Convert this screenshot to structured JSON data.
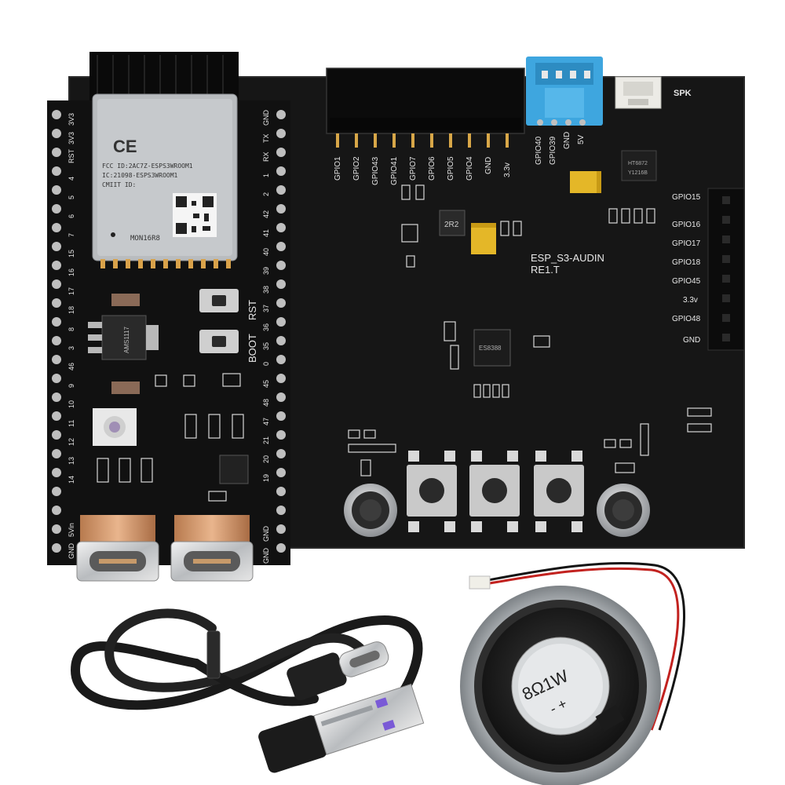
{
  "audio_board": {
    "header_pins": [
      "GPIO1",
      "GPIO2",
      "GPIO43",
      "GPIO41",
      "GPIO7",
      "GPIO6",
      "GPIO5",
      "GPIO4",
      "GND",
      "3.3v"
    ],
    "blue_connector_pins": [
      "GPIO40",
      "GPIO39",
      "GND",
      "5V"
    ],
    "spk_label": "SPK",
    "right_header_pins": [
      "GPIO15",
      "GPIO16",
      "GPIO17",
      "GPIO18",
      "GPIO45",
      "3.3v",
      "GPIO48",
      "GND"
    ],
    "title_line1": "ESP_S3-AUDIN",
    "title_line2": "RE1.T",
    "amp_chip_line1": "HT6872",
    "amp_chip_line2": "Y1216B",
    "inductor_label": "2R2",
    "codec_chip_label": "ES8388"
  },
  "devkit": {
    "module_line1": "FCC ID:2AC7Z-ESPS3WROOM1",
    "module_line2": "IC:21098-ESPS3WROOM1",
    "module_line3": "CMIIT ID:",
    "module_bottom": "MON16R8",
    "ce_mark": "CE",
    "regulator": "AMS1117",
    "boot_label": "BOOT",
    "rst_label": "RST",
    "left_pins": [
      "3V3",
      "3V3",
      "RST",
      "4",
      "5",
      "6",
      "7",
      "15",
      "16",
      "17",
      "18",
      "8",
      "3",
      "46",
      "9",
      "10",
      "11",
      "12",
      "13",
      "14",
      "5Vin",
      "GND"
    ],
    "right_pins": [
      "GND",
      "TX",
      "RX",
      "1",
      "2",
      "42",
      "41",
      "40",
      "39",
      "38",
      "37",
      "36",
      "35",
      "0",
      "45",
      "48",
      "47",
      "21",
      "20",
      "19",
      "GND",
      "GND"
    ]
  },
  "speaker": {
    "label_line1": "8Ω1W",
    "label_line2": "- +"
  }
}
